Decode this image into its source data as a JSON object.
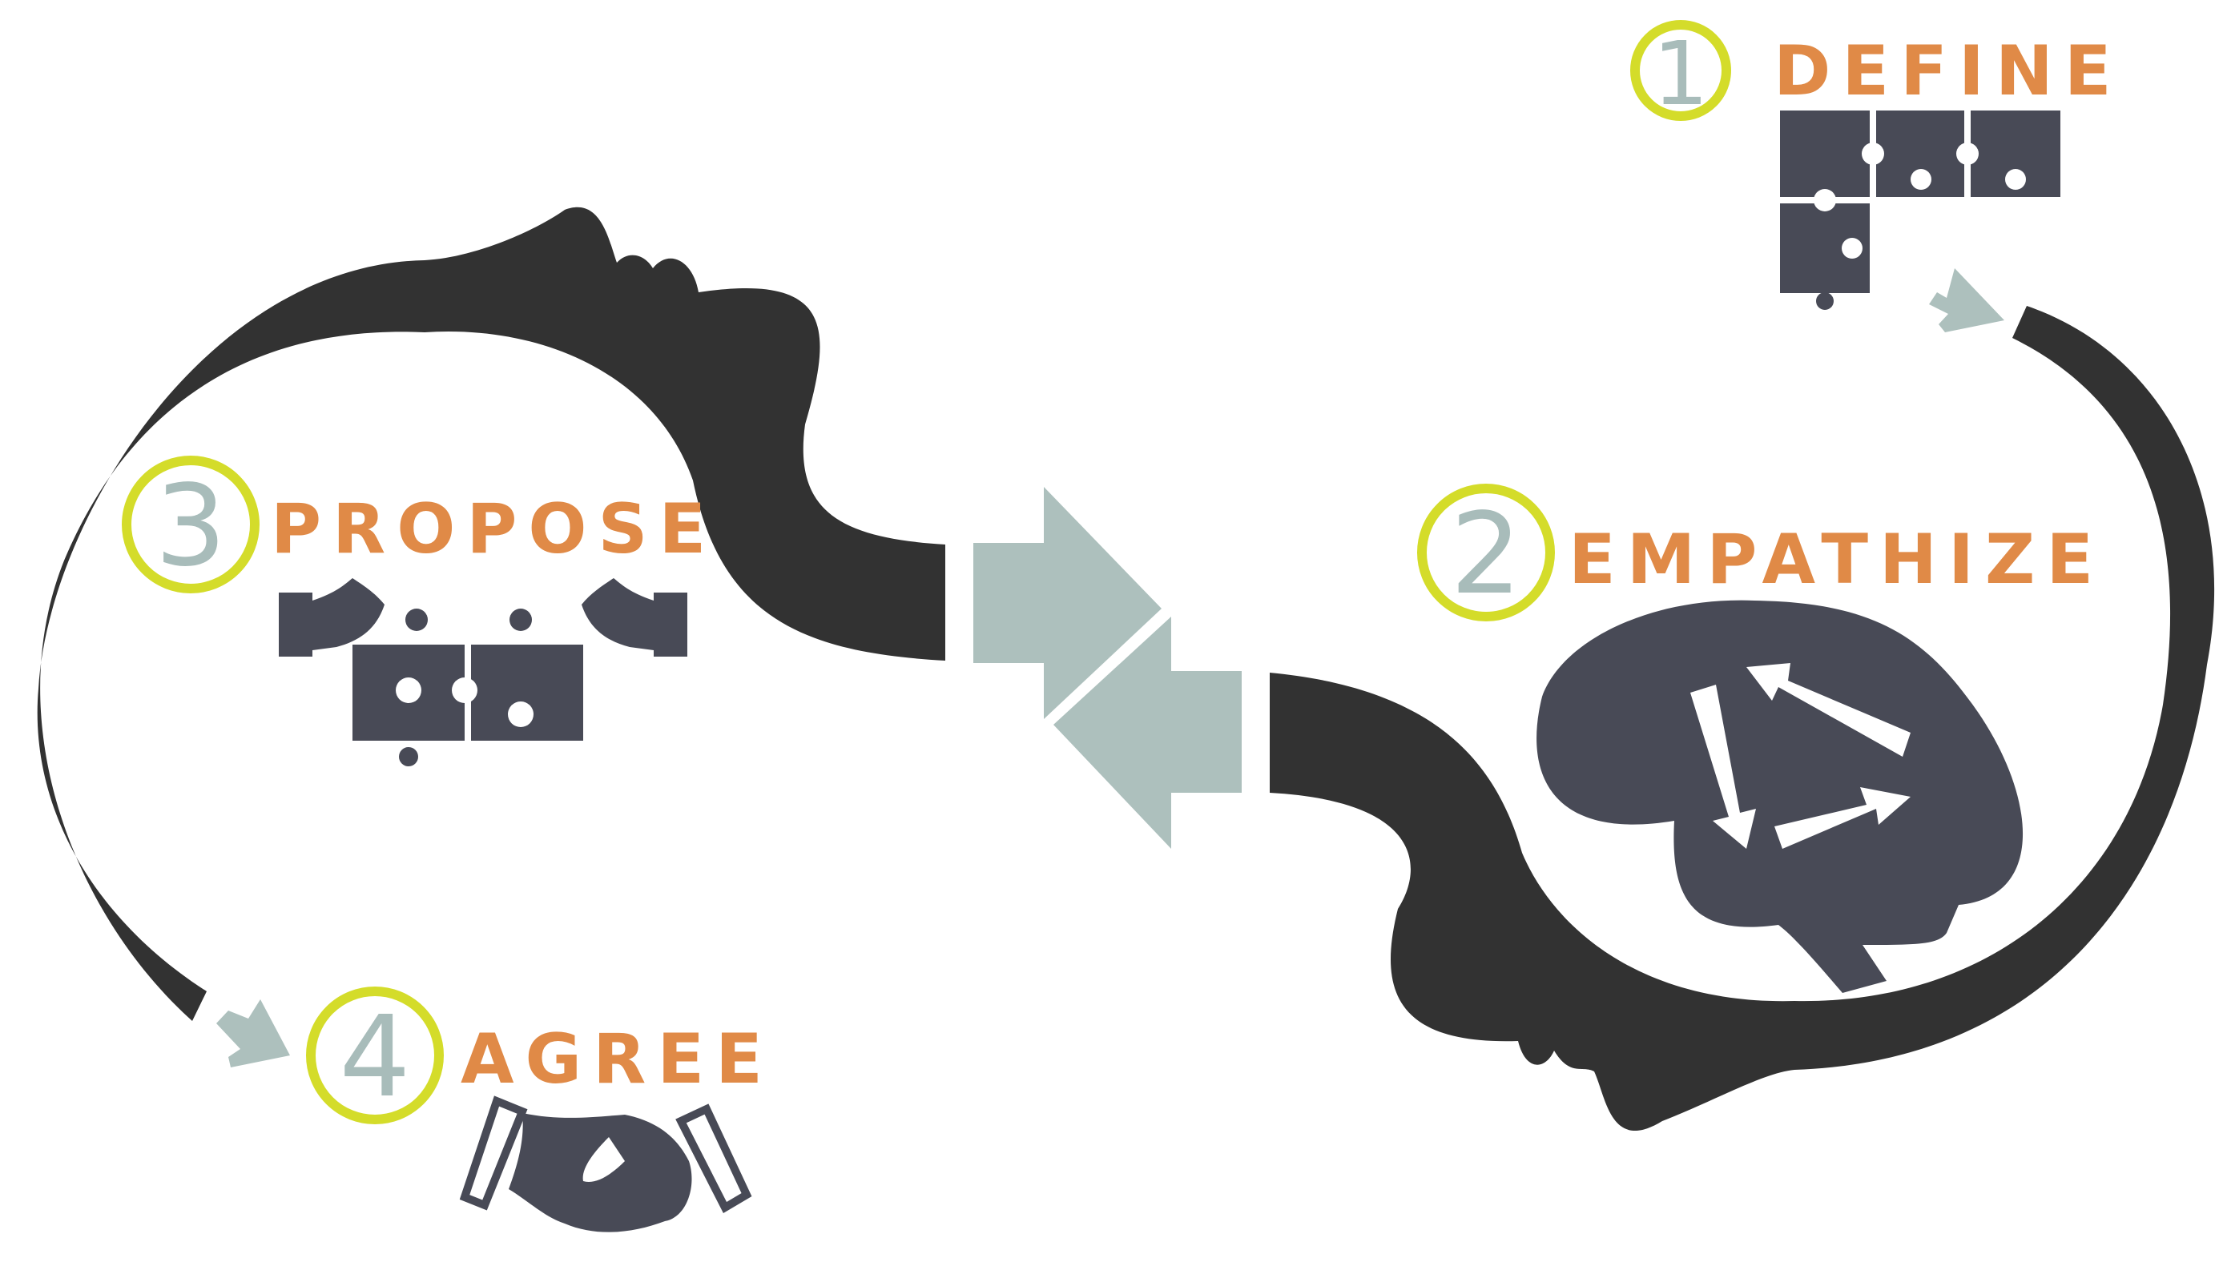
{
  "steps": [
    {
      "number": "1",
      "label": "DEFINE",
      "icon": "puzzle-icon"
    },
    {
      "number": "2",
      "label": "EMPATHIZE",
      "icon": "brain-arrows-icon"
    },
    {
      "number": "3",
      "label": "PROPOSE",
      "icon": "hands-puzzle-icon"
    },
    {
      "number": "4",
      "label": "AGREE",
      "icon": "handshake-icon"
    }
  ],
  "colors": {
    "head": "#323232",
    "icon": "#484a56",
    "label": "#e08a47",
    "ring": "#d4dc2a",
    "numeral": "#a8bcba",
    "arrow": "#adc0bd"
  }
}
